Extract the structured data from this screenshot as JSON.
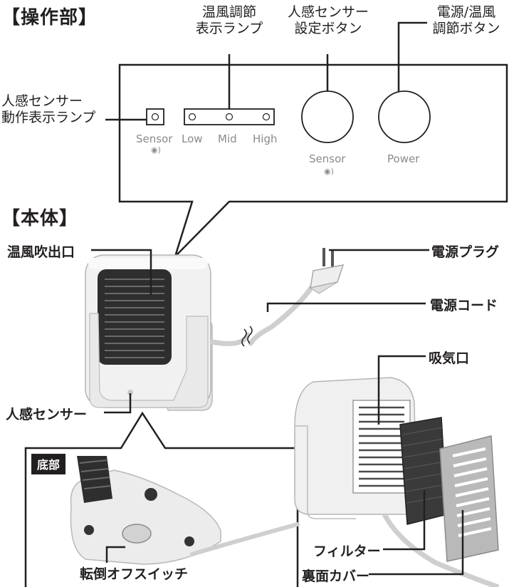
{
  "sections": {
    "control": "【操作部】",
    "body": "【本体】",
    "bottom": "底部"
  },
  "panel": {
    "sensor_lamp_text": "Sensor",
    "lamp_low": "Low",
    "lamp_mid": "Mid",
    "lamp_high": "High",
    "sensor_button_text": "Sensor",
    "power_button_text": "Power"
  },
  "callouts": {
    "heat_lamp": [
      "温風調節",
      "表示ランプ"
    ],
    "sensor_setting": [
      "人感センサー",
      "設定ボタン"
    ],
    "power_button": [
      "電源/温風",
      "調節ボタン"
    ],
    "sensor_lamp": [
      "人感センサー",
      "動作表示ランプ"
    ],
    "outlet": "温風吹出口",
    "plug": "電源プラグ",
    "cord": "電源コード",
    "intake": "吸気口",
    "human_sensor": "人感センサー",
    "filter": "フィルター",
    "back_cover": "裏面カバー",
    "tip_switch": "転倒オフスイッチ"
  }
}
